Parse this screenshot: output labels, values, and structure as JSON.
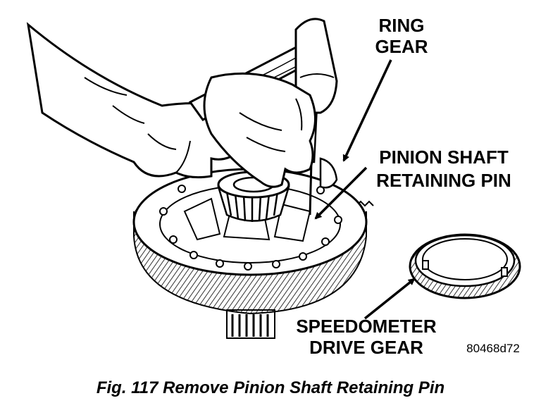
{
  "labels": {
    "ring_gear": [
      "RING",
      "GEAR"
    ],
    "pinion_shaft_retaining_pin": [
      "PINION SHAFT",
      "RETAINING PIN"
    ],
    "speedometer_drive_gear": [
      "SPEEDOMETER",
      "DRIVE GEAR"
    ]
  },
  "figure_code": "80468d72",
  "caption": "Fig. 117 Remove Pinion Shaft Retaining Pin",
  "colors": {
    "ink": "#000000",
    "paper": "#ffffff"
  }
}
